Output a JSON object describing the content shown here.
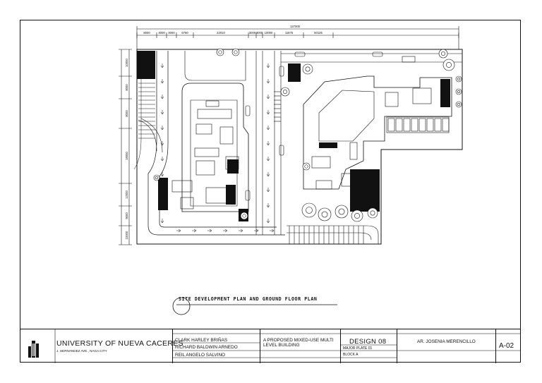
{
  "drawing": {
    "title": "SITE DEVELOPMENT PLAN AND GROUND FLOOR PLAN",
    "overall_dimension": "127000",
    "top_dimensions": [
      "8000",
      "4000",
      "4000",
      "6750",
      "22010",
      "3000",
      "3000",
      "10000",
      "11875",
      "50125"
    ],
    "left_dimensions": [
      "10000",
      "8000",
      "8000",
      "18000",
      "12000",
      "9000",
      "10000"
    ]
  },
  "titleblock": {
    "university": "UNIVERSITY OF NUEVA CACERES",
    "address": "J. HERNANDEZ AVE., NAGA CITY",
    "students": [
      "CLARK HARLEY BRIÑAS",
      "RICHARD BALDWIN ARNEDO",
      "REIL ANGELO SALVINO"
    ],
    "project_title_lines": [
      "A PROPOSED MIXED-USE MULTI",
      "LEVEL BUILDING"
    ],
    "subject": "DESIGN 08",
    "plate": "MAJOR PLATE 01",
    "block": "BLOCK A",
    "instructor": "AR. JOSENIA MERENCILLO",
    "sheet_no": "A-02"
  }
}
